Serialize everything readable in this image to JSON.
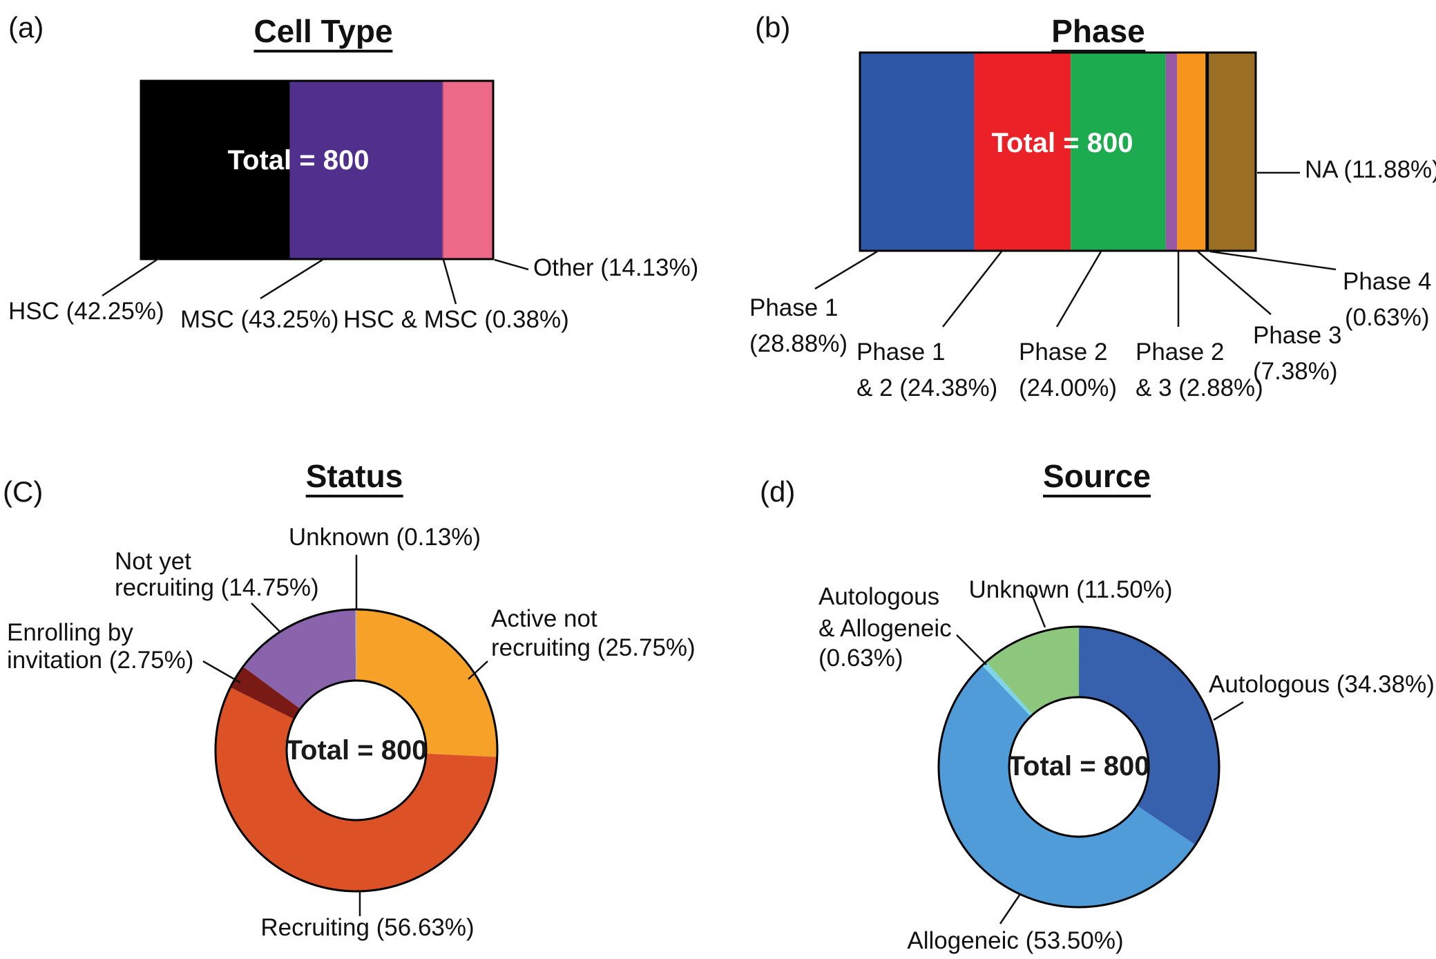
{
  "figure_background": "#FFFFFF",
  "chart_data": [
    {
      "panel": "a",
      "panel_letter": "(a)",
      "type": "bar",
      "subtype": "percentage-stacked-horizontal",
      "title": "Cell Type",
      "total": 800,
      "center_annotation": "Total = 800",
      "center_annotation_color": "#FFFFFF",
      "legend": "none",
      "grid": false,
      "categories": [
        "HSC",
        "MSC",
        "HSC & MSC",
        "Other"
      ],
      "values_pct": [
        42.25,
        43.25,
        0.38,
        14.13
      ],
      "colors": [
        "#000000",
        "#512F8C",
        "#9C4276",
        "#EC6988"
      ],
      "callout_labels": [
        [
          "HSC (42.25%)"
        ],
        [
          "MSC (43.25%)"
        ],
        [
          "HSC & MSC (0.38%)"
        ],
        [
          "Other (14.13%)"
        ]
      ]
    },
    {
      "panel": "b",
      "panel_letter": "(b)",
      "type": "bar",
      "subtype": "percentage-stacked-horizontal",
      "title": "Phase",
      "total": 800,
      "center_annotation": "Total = 800",
      "center_annotation_color": "#FFFFFF",
      "legend": "none",
      "grid": false,
      "categories": [
        "Phase 1",
        "Phase 1 & 2",
        "Phase 2",
        "Phase 2 & 3",
        "Phase 3",
        "Phase 4",
        "NA"
      ],
      "values_pct": [
        28.88,
        24.38,
        24.0,
        2.88,
        7.38,
        0.63,
        11.88
      ],
      "colors": [
        "#2F57A8",
        "#EB2127",
        "#1CAB4E",
        "#9858A3",
        "#F7941E",
        "#000000",
        "#9A6F23"
      ],
      "callout_labels": [
        [
          "Phase 1",
          "(28.88%)"
        ],
        [
          "Phase 1",
          "& 2 (24.38%)"
        ],
        [
          "Phase 2",
          "(24.00%)"
        ],
        [
          "Phase 2",
          "& 3 (2.88%)"
        ],
        [
          "Phase 3",
          "(7.38%)"
        ],
        [
          "Phase 4",
          "(0.63%)"
        ],
        [
          "NA (11.88%)"
        ]
      ]
    },
    {
      "panel": "C",
      "panel_letter": "(C)",
      "type": "pie",
      "subtype": "donut",
      "title": "Status",
      "total": 800,
      "center_annotation": "Total = 800",
      "center_annotation_color": "#1A1A1A",
      "legend": "none",
      "start_angle_deg": 0,
      "direction": "clockwise",
      "categories": [
        "Active not recruiting",
        "Recruiting",
        "Enrolling by invitation",
        "Not yet recruiting",
        "Unknown"
      ],
      "values_pct": [
        25.75,
        56.63,
        2.75,
        14.75,
        0.13
      ],
      "colors": [
        "#F6A228",
        "#DC5226",
        "#7A1A15",
        "#8A63AD",
        "#B5B5B5"
      ],
      "callout_labels": [
        [
          "Active not",
          "recruiting (25.75%)"
        ],
        [
          "Recruiting (56.63%)"
        ],
        [
          "Enrolling by",
          "invitation (2.75%)"
        ],
        [
          "Not yet",
          "recruiting (14.75%)"
        ],
        [
          "Unknown (0.13%)"
        ]
      ]
    },
    {
      "panel": "d",
      "panel_letter": "(d)",
      "type": "pie",
      "subtype": "donut",
      "title": "Source",
      "total": 800,
      "center_annotation": "Total = 800",
      "center_annotation_color": "#1A1A1A",
      "legend": "none",
      "start_angle_deg": 0,
      "direction": "clockwise",
      "categories": [
        "Autologous",
        "Allogeneic",
        "Autologous & Allogeneic",
        "Unknown"
      ],
      "values_pct": [
        34.38,
        53.5,
        0.63,
        11.5
      ],
      "colors": [
        "#3761AD",
        "#4F9CD8",
        "#7FD5E8",
        "#8DC77D"
      ],
      "callout_labels": [
        [
          "Autologous (34.38%)"
        ],
        [
          "Allogeneic (53.50%)"
        ],
        [
          "Autologous",
          "& Allogeneic",
          "(0.63%)"
        ],
        [
          "Unknown (11.50%)"
        ]
      ]
    }
  ]
}
